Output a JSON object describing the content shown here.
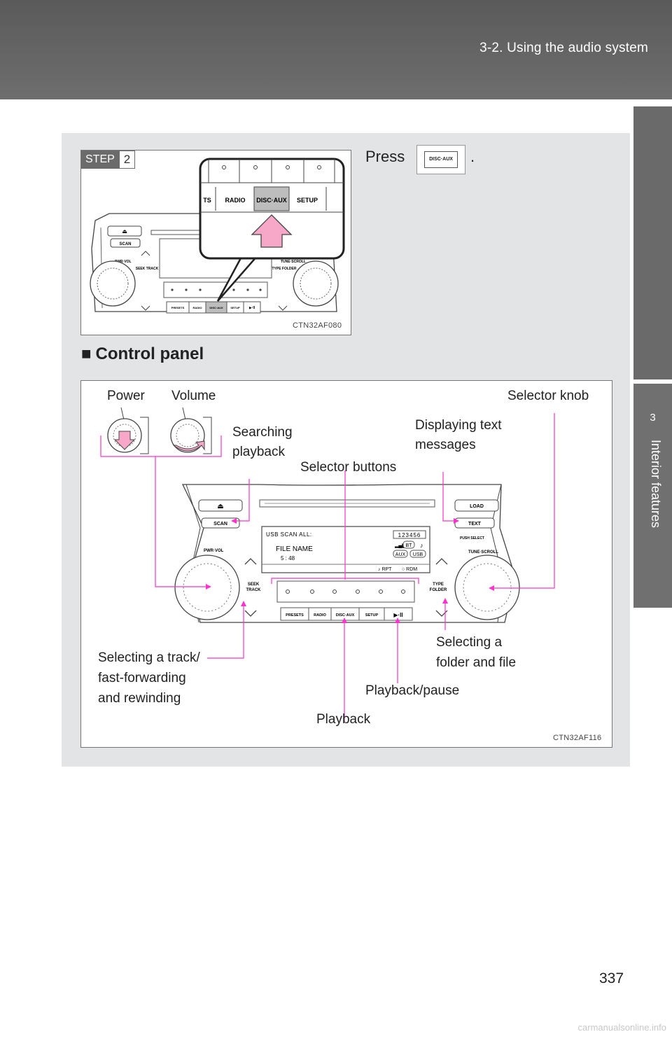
{
  "header": {
    "title": "3-2. Using the audio system"
  },
  "side_tab": {
    "number": "3",
    "label": "Interior features"
  },
  "step": {
    "label": "STEP",
    "number": "2"
  },
  "instruction": {
    "text": "Press",
    "period": ".",
    "button_label": "DISC·AUX"
  },
  "figure1": {
    "code": "CTN32AF080",
    "panel_labels": {
      "eject": "⏏",
      "scan": "SCAN",
      "pwr_vol": "PWR·VOL",
      "seek_track": "SEEK TRACK",
      "type_folder": "TYPE FOLDER",
      "tune_scroll": "TUNE·SCROLL",
      "presets": "PRESETS",
      "radio": "RADIO",
      "disc_aux": "DISC·AUX",
      "setup": "SETUP",
      "play_pause": "▶·II",
      "zoom_ts": "TS",
      "zoom_radio": "RADIO",
      "zoom_disc_aux": "DISC·AUX",
      "zoom_setup": "SETUP"
    }
  },
  "section": {
    "marker": "■",
    "title": "Control panel"
  },
  "figure2": {
    "code": "CTN32AF116",
    "callouts": {
      "power": "Power",
      "volume": "Volume",
      "selector_knob": "Selector knob",
      "searching_playback_1": "Searching",
      "searching_playback_2": "playback",
      "displaying_text_1": "Displaying text",
      "displaying_text_2": "messages",
      "selector_buttons": "Selector buttons",
      "selecting_track_1": "Selecting  a  track/",
      "selecting_track_2": "fast-forwarding",
      "selecting_track_3": "and rewinding",
      "selecting_folder_1": "Selecting a",
      "selecting_folder_2": "folder and file",
      "playback_pause": "Playback/pause",
      "playback": "Playback"
    },
    "panel_labels": {
      "eject": "⏏",
      "scan": "SCAN",
      "load": "LOAD",
      "text": "TEXT",
      "pwr_vol": "PWR·VOL",
      "push_select": "PUSH SELECT",
      "tune_scroll": "TUNE·SCROLL",
      "seek_track_1": "SEEK",
      "seek_track_2": "TRACK",
      "type_folder_1": "TYPE",
      "type_folder_2": "FOLDER",
      "presets": "PRESETS",
      "radio": "RADIO",
      "disc_aux": "DISC·AUX",
      "setup": "SETUP",
      "play_pause": "▶·II"
    },
    "display": {
      "mode": "USB  SCAN  ALL:",
      "presets": "123456",
      "bt": "BT",
      "aux": "AUX",
      "usb": "USB",
      "file_name": "FILE NAME",
      "time": "5 : 48",
      "rpt": "♪ RPT",
      "rdm": "○ RDM"
    }
  },
  "page_number": "337",
  "watermark": "carmanualsonline.info",
  "colors": {
    "callout_line": "#ff33cc",
    "highlight_arrow": "#f7a8c8",
    "header_bg": "#636363",
    "content_bg": "#e3e4e6"
  }
}
